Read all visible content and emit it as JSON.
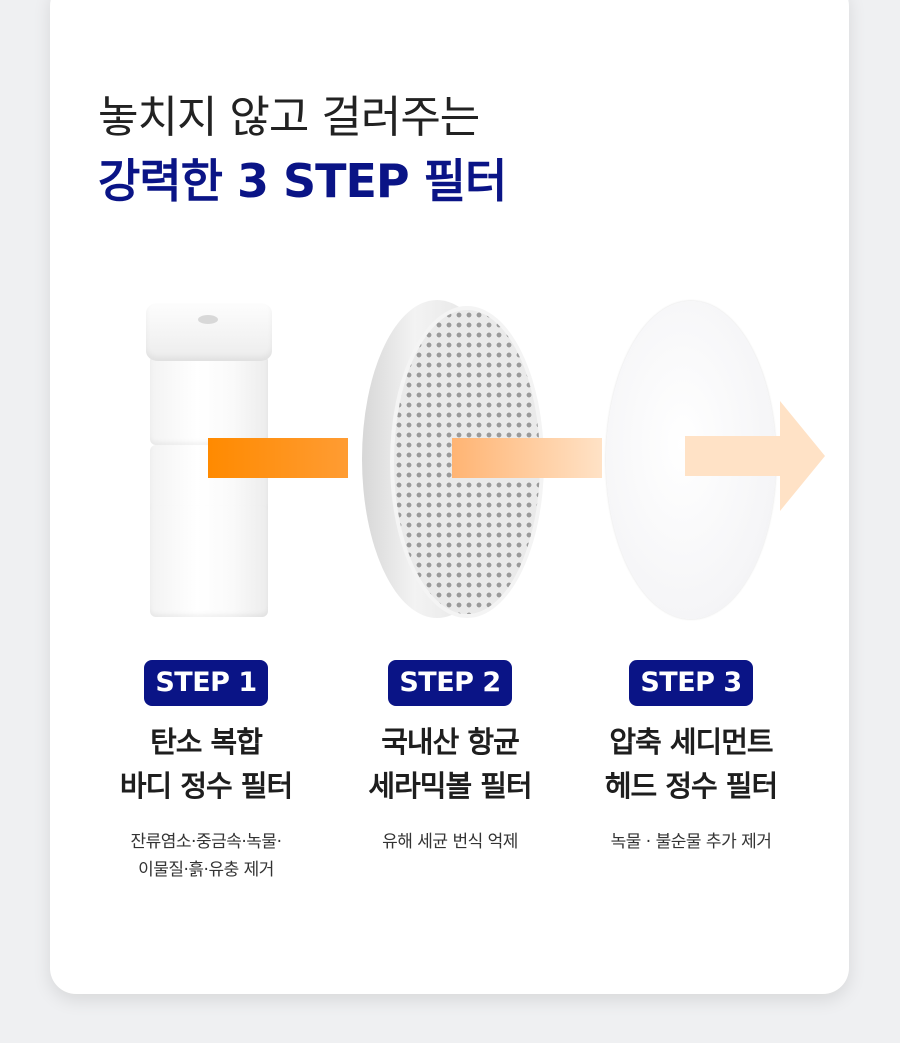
{
  "headline": {
    "line1": "놓치지 않고 걸러주는",
    "line2": "강력한 3 STEP 필터",
    "line2_color": "#0a1486"
  },
  "visual": {
    "items": [
      {
        "name": "carbon-composite-cartridge",
        "type": "image"
      },
      {
        "name": "ceramic-ball-filter-disc",
        "type": "image"
      },
      {
        "name": "sediment-pad-filter",
        "type": "image"
      }
    ],
    "arrow_colors": [
      "#ff8a00",
      "#ffb473",
      "#ffe2c6"
    ]
  },
  "steps": [
    {
      "badge": "STEP 1",
      "title_line1": "탄소 복합",
      "title_line2": "바디 정수 필터",
      "desc_line1": "잔류염소·중금속·녹물·",
      "desc_line2": "이물질·흙·유충 제거"
    },
    {
      "badge": "STEP 2",
      "title_line1": "국내산 항균",
      "title_line2": "세라믹볼 필터",
      "desc_line1": "유해 세균 번식 억제",
      "desc_line2": ""
    },
    {
      "badge": "STEP 3",
      "title_line1": "압축 세디먼트",
      "title_line2": "헤드 정수 필터",
      "desc_line1": "녹물 · 불순물 추가 제거",
      "desc_line2": ""
    }
  ],
  "colors": {
    "badge_bg": "#0a1486",
    "page_bg": "#eff0f2",
    "card_bg": "#ffffff"
  }
}
